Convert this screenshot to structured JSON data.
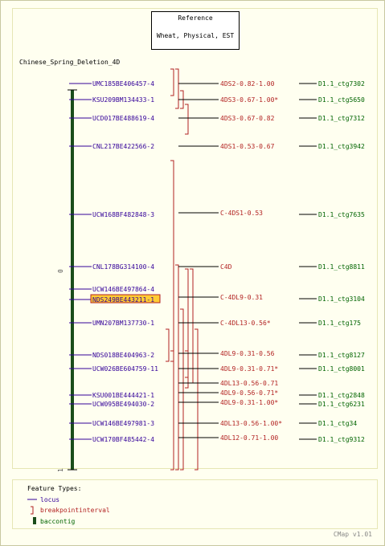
{
  "reference": {
    "title": "Reference",
    "subtitle": "Wheat, Physical, EST"
  },
  "map_name": "Chinese_Spring_Deletion_4D",
  "axis_labels": [
    "0",
    "1"
  ],
  "loci": [
    {
      "label": "UMC185BE406457-4",
      "row": 0
    },
    {
      "label": "KSU209BM134433-1",
      "row": 1
    },
    {
      "label": "UCD017BE488619-4",
      "row": 2
    },
    {
      "label": "CNL217BE422566-2",
      "row": 3
    },
    {
      "label": "UCW168BF482848-3",
      "row": 4
    },
    {
      "label": "CNL178BG314100-4",
      "row": 5
    },
    {
      "label": "UCW146BE497864-4",
      "row": 6
    },
    {
      "label": "NDS249BE443211-1",
      "row": 7,
      "highlight": true
    },
    {
      "label": "UMN207BM137730-1",
      "row": 8
    },
    {
      "label": "NDS018BE404963-2",
      "row": 9
    },
    {
      "label": "UCW026BE604759-11",
      "row": 10
    },
    {
      "label": "KSU001BE444421-1",
      "row": 11
    },
    {
      "label": "UCW095BE494030-2",
      "row": 12
    },
    {
      "label": "UCW146BE497981-3",
      "row": 13
    },
    {
      "label": "UCW170BF485442-4",
      "row": 14
    }
  ],
  "breakpoints": [
    {
      "label": "4DS2-0.82-1.00"
    },
    {
      "label": "4DS3-0.67-1.00*"
    },
    {
      "label": "4DS3-0.67-0.82"
    },
    {
      "label": "4DS1-0.53-0.67"
    },
    {
      "label": "C-4DS1-0.53"
    },
    {
      "label": "C4D"
    },
    {
      "label": "C-4DL9-0.31"
    },
    {
      "label": "C-4DL13-0.56*"
    },
    {
      "label": "4DL9-0.31-0.56"
    },
    {
      "label": "4DL9-0.31-0.71*"
    },
    {
      "label": "4DL13-0.56-0.71"
    },
    {
      "label": "4DL9-0.56-0.71*"
    },
    {
      "label": "4DL9-0.31-1.00*"
    },
    {
      "label": "4DL13-0.56-1.00*"
    },
    {
      "label": "4DL12-0.71-1.00"
    }
  ],
  "contigs": [
    {
      "label": "D1.1_ctg7302"
    },
    {
      "label": "D1.1_ctg5650"
    },
    {
      "label": "D1.1_ctg7312"
    },
    {
      "label": "D1.1_ctg3942"
    },
    {
      "label": "D1.1_ctg7635"
    },
    {
      "label": "D1.1_ctg8811"
    },
    {
      "label": "D1.1_ctg3104"
    },
    {
      "label": "D1.1_ctg175"
    },
    {
      "label": "D1.1_ctg8127"
    },
    {
      "label": "D1.1_ctg8001"
    },
    {
      "label": "D1.1_ctg2848"
    },
    {
      "label": "D1.1_ctg6231"
    },
    {
      "label": "D1.1_ctg34"
    },
    {
      "label": "D1.1_ctg9312"
    }
  ],
  "legend": {
    "title": "Feature Types:",
    "items": [
      {
        "label": "locus",
        "icon": "locus-line-icon",
        "color": "#330099"
      },
      {
        "label": "breakpointinterval",
        "icon": "bracket-icon",
        "color": "#b22222"
      },
      {
        "label": "baccontig",
        "icon": "bar-icon",
        "color": "#006400"
      }
    ]
  },
  "version": "CMap v1.01",
  "colors": {
    "locus": "#330099",
    "breakpoint": "#b22222",
    "contig": "#006400",
    "highlight_bg": "#ffcc33",
    "bar": "#1a4d1a"
  }
}
